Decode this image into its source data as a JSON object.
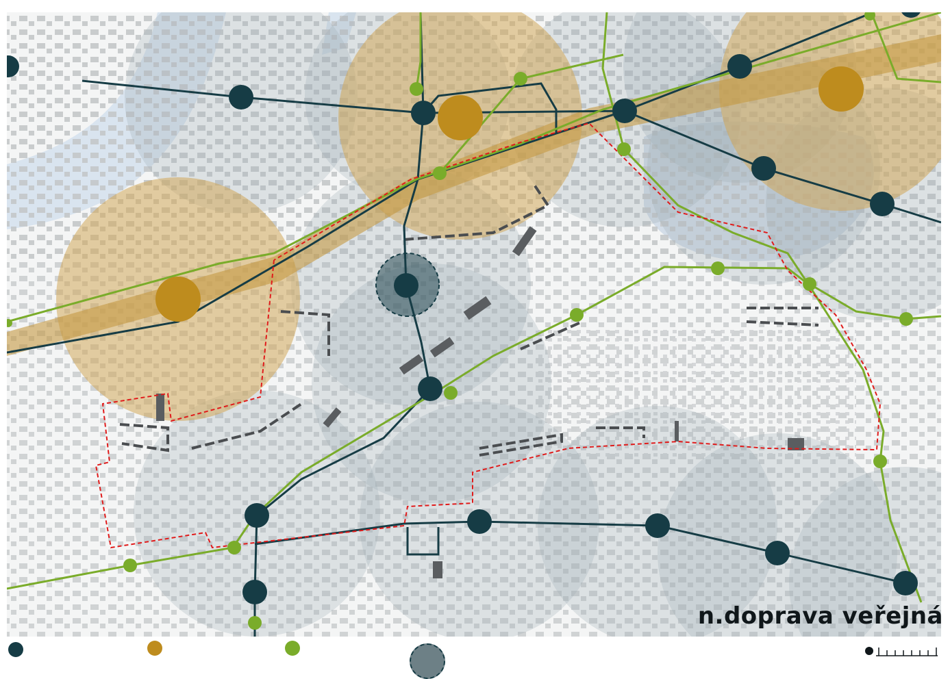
{
  "title": "n.doprava veřejná",
  "colors": {
    "tram": "#163c45",
    "rail": "#be8c1e",
    "bus": "#7aac2a",
    "border": "#e01b1b",
    "water": "#d9e4ef",
    "building": "#c3c6c8",
    "built_dark": "#5a5d60"
  },
  "legend": [
    {
      "kind": "tram-stop",
      "icon": "dark-circle"
    },
    {
      "kind": "rail-station",
      "icon": "ochre-circle"
    },
    {
      "kind": "bus-stop",
      "icon": "green-circle"
    },
    {
      "kind": "hub",
      "icon": "dashed-circle"
    }
  ],
  "scale_icon": "scale-bar-icon"
}
